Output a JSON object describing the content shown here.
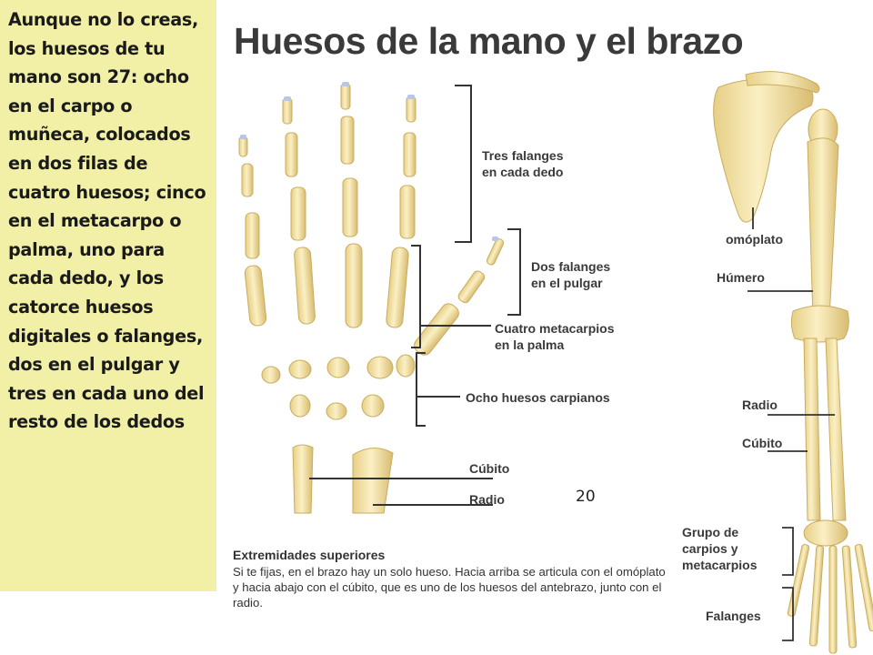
{
  "sidebar": {
    "text": "Aunque no lo creas, los huesos de tu mano son 27: ocho en el carpo o muñeca, colocados en dos filas de cuatro huesos; cinco en el metacarpo o palma, uno para cada dedo, y los catorce huesos digitales o falanges, dos en el pulgar y tres en cada uno del resto de los dedos"
  },
  "title": "Huesos de la mano y el brazo",
  "hand_labels": {
    "tres_falanges": "Tres falanges\nen cada dedo",
    "dos_falanges": "Dos falanges\nen el pulgar",
    "cuatro_metacarpios": "Cuatro metacarpios\nen la palma",
    "ocho_carpianos": "Ocho huesos carpianos",
    "cubito": "Cúbito",
    "radio": "Radio"
  },
  "arm_labels": {
    "omoplato": "omóplato",
    "humero": "Húmero",
    "radio": "Radio",
    "cubito": "Cúbito",
    "grupo": "Grupo de\ncarpios y\nmetacarpios",
    "falanges": "Falanges"
  },
  "page_number": "20",
  "caption": {
    "heading": "Extremidades superiores",
    "body": "Si te fijas, en el brazo hay un solo hueso. Hacia arriba se articula con el omóplato y hacia abajo con el cúbito, que es uno de los huesos del antebrazo, junto con el radio."
  },
  "colors": {
    "sidebar_bg": "#f1f0a6",
    "bone": "#f4e3a6",
    "bone_shadow": "#d9c07a",
    "bone_tip": "#b9c6e6"
  }
}
